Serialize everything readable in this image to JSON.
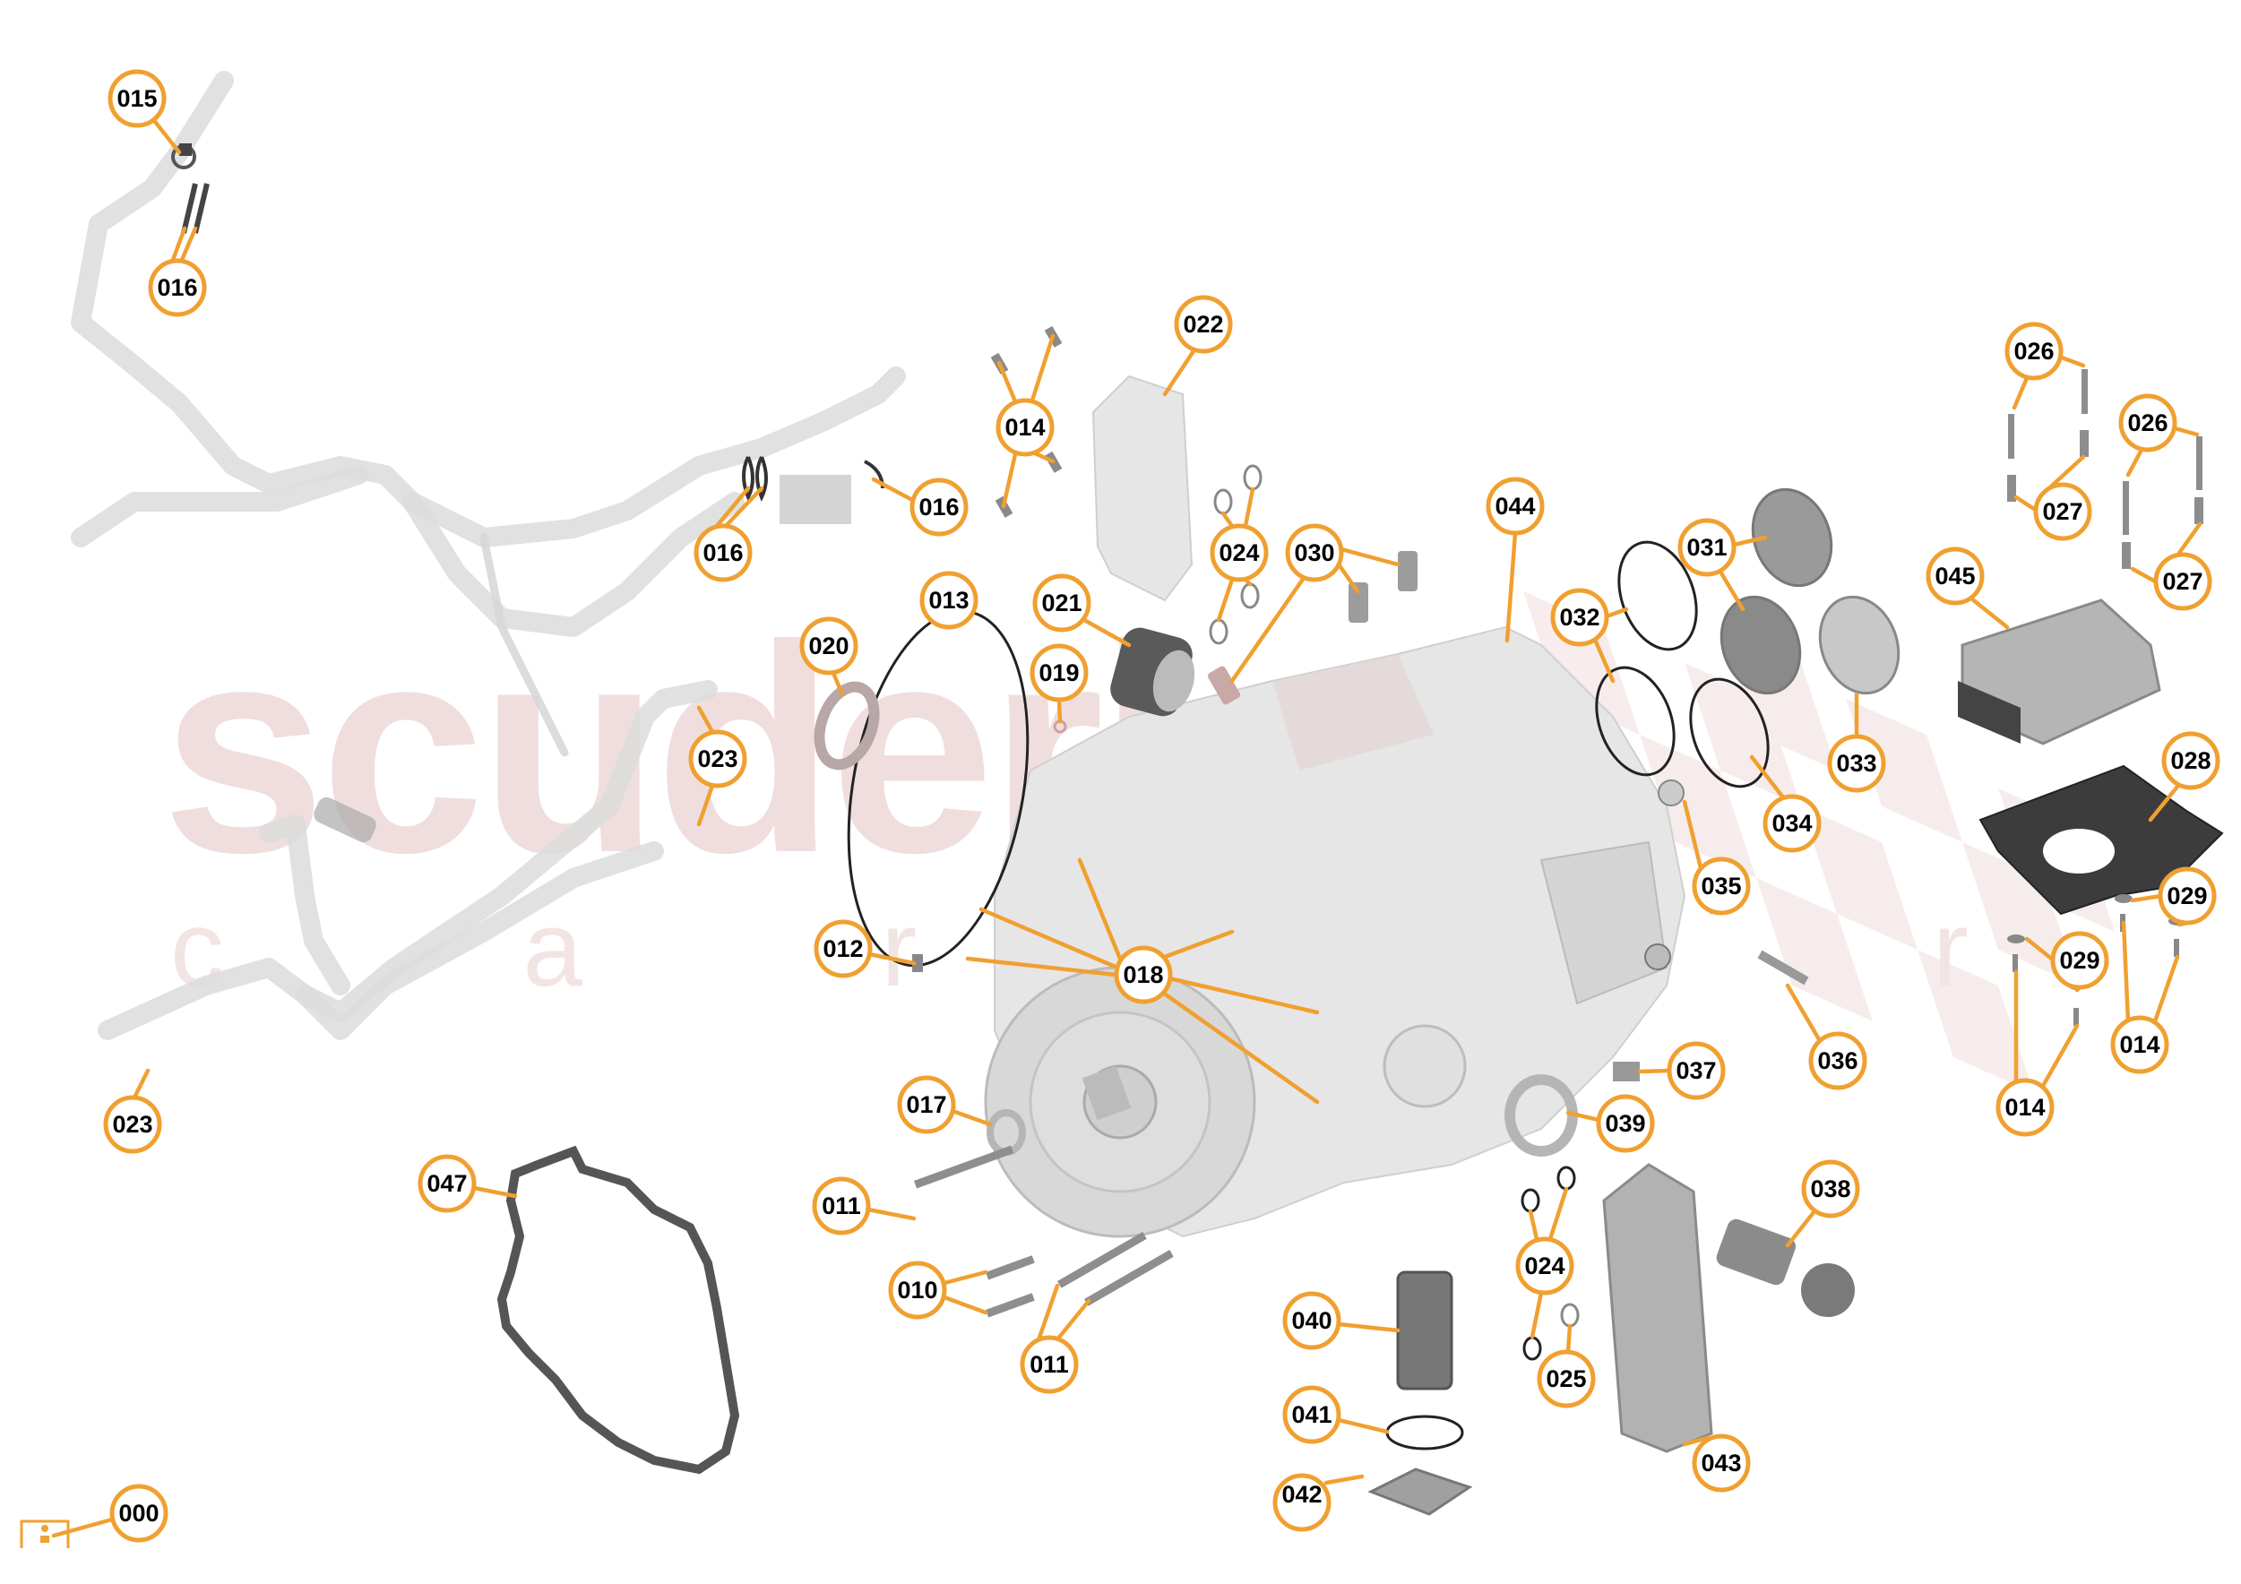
{
  "watermark": {
    "main": "scuderia",
    "sub": "c a r  p a r t s"
  },
  "colors": {
    "callout_ring": "#f0a030",
    "callout_text": "#000000",
    "watermark": "#f0dede",
    "background": "#ffffff"
  },
  "callouts": [
    {
      "id": "015",
      "label": "015"
    },
    {
      "id": "016a",
      "label": "016"
    },
    {
      "id": "016b",
      "label": "016"
    },
    {
      "id": "016c",
      "label": "016"
    },
    {
      "id": "014a",
      "label": "014"
    },
    {
      "id": "022",
      "label": "022"
    },
    {
      "id": "024a",
      "label": "024"
    },
    {
      "id": "030",
      "label": "030"
    },
    {
      "id": "044",
      "label": "044"
    },
    {
      "id": "013",
      "label": "013"
    },
    {
      "id": "021",
      "label": "021"
    },
    {
      "id": "019",
      "label": "019"
    },
    {
      "id": "020",
      "label": "020"
    },
    {
      "id": "023a",
      "label": "023"
    },
    {
      "id": "023b",
      "label": "023"
    },
    {
      "id": "031",
      "label": "031"
    },
    {
      "id": "032",
      "label": "032"
    },
    {
      "id": "033",
      "label": "033"
    },
    {
      "id": "034",
      "label": "034"
    },
    {
      "id": "035",
      "label": "035"
    },
    {
      "id": "026a",
      "label": "026"
    },
    {
      "id": "026b",
      "label": "026"
    },
    {
      "id": "027a",
      "label": "027"
    },
    {
      "id": "027b",
      "label": "027"
    },
    {
      "id": "045",
      "label": "045"
    },
    {
      "id": "028",
      "label": "028"
    },
    {
      "id": "029a",
      "label": "029"
    },
    {
      "id": "029b",
      "label": "029"
    },
    {
      "id": "014b",
      "label": "014"
    },
    {
      "id": "014c",
      "label": "014"
    },
    {
      "id": "012",
      "label": "012"
    },
    {
      "id": "018",
      "label": "018"
    },
    {
      "id": "036",
      "label": "036"
    },
    {
      "id": "037",
      "label": "037"
    },
    {
      "id": "017",
      "label": "017"
    },
    {
      "id": "039",
      "label": "039"
    },
    {
      "id": "011a",
      "label": "011"
    },
    {
      "id": "011b",
      "label": "011"
    },
    {
      "id": "010",
      "label": "010"
    },
    {
      "id": "047",
      "label": "047"
    },
    {
      "id": "038",
      "label": "038"
    },
    {
      "id": "024b",
      "label": "024"
    },
    {
      "id": "025",
      "label": "025"
    },
    {
      "id": "040",
      "label": "040"
    },
    {
      "id": "041",
      "label": "041"
    },
    {
      "id": "042",
      "label": "042"
    },
    {
      "id": "043",
      "label": "043"
    },
    {
      "id": "000",
      "label": "000"
    }
  ]
}
